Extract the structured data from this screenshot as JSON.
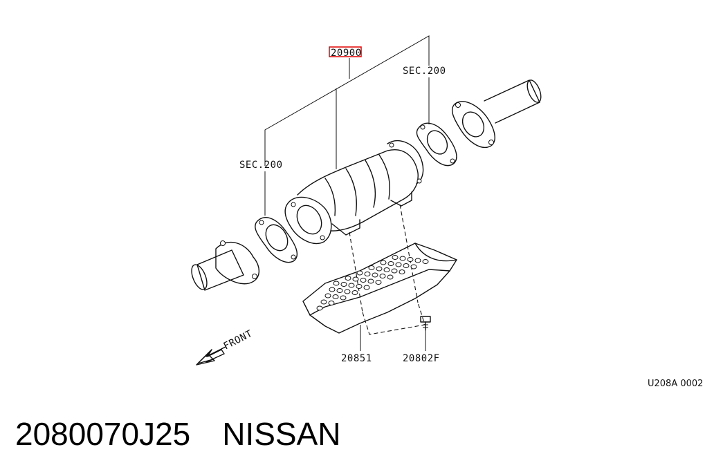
{
  "diagram": {
    "callouts": {
      "catalytic_converter": "20900",
      "sec_upper": "SEC.200",
      "sec_left": "SEC.200",
      "heat_shield": "20851",
      "bolt": "20802F",
      "front": "FRONT"
    },
    "highlight_color": "#e00000",
    "figure_code": "U208A 0002"
  },
  "part_title": "2080070J25　NISSAN"
}
